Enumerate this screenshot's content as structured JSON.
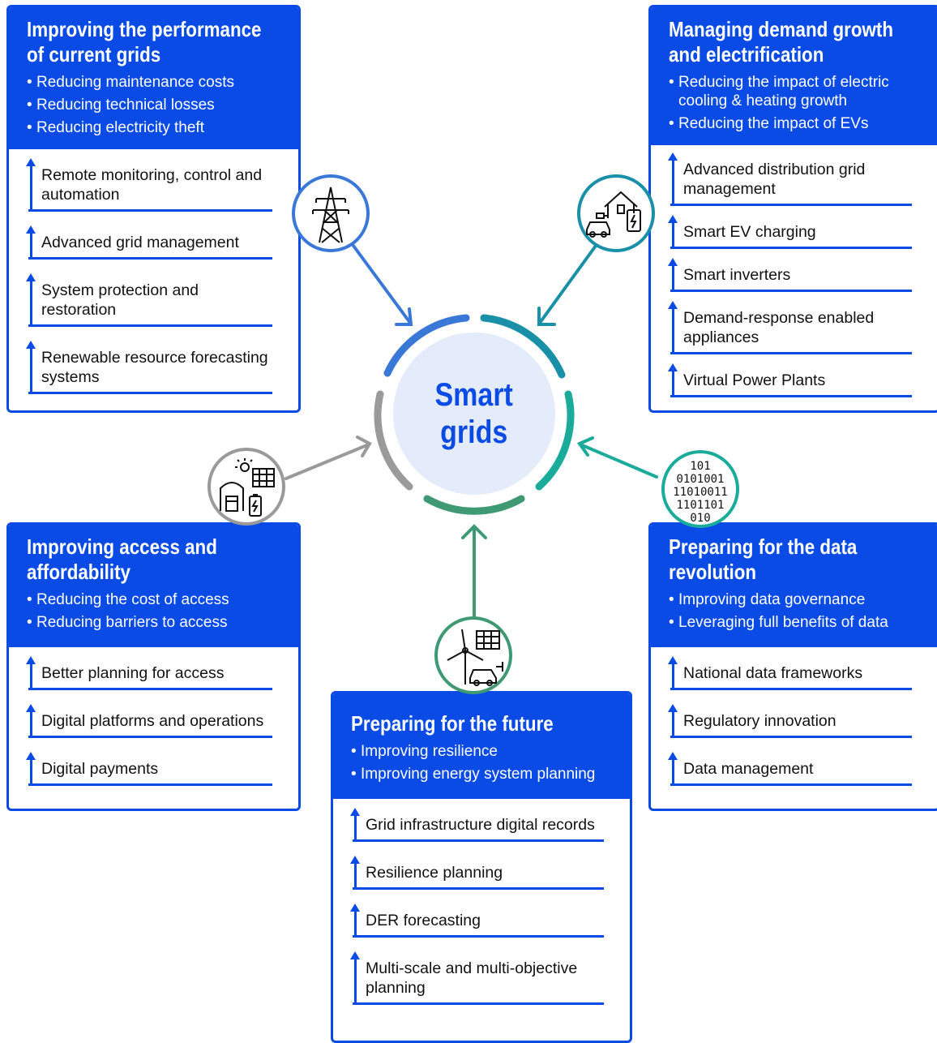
{
  "center": {
    "label": "Smart\ngrids"
  },
  "panels": {
    "performance": {
      "title": "Improving the performance of current grids",
      "bullets": [
        "Reducing maintenance costs",
        "Reducing technical losses",
        "Reducing electricity theft"
      ],
      "items": [
        "Remote monitoring, control and automation",
        "Advanced grid management",
        "System protection and restoration",
        "Renewable resource forecasting systems"
      ]
    },
    "demand": {
      "title": "Managing demand growth and electrification",
      "bullets": [
        "Reducing the impact of electric cooling & heating growth",
        "Reducing the impact of EVs"
      ],
      "items": [
        "Advanced distribution grid management",
        "Smart EV charging",
        "Smart inverters",
        "Demand-response enabled appliances",
        "Virtual Power Plants"
      ]
    },
    "access": {
      "title": "Improving access and affordability",
      "bullets": [
        "Reducing the cost of access",
        "Reducing barriers to access"
      ],
      "items": [
        "Better planning for access",
        "Digital platforms and operations",
        "Digital payments"
      ]
    },
    "future": {
      "title": "Preparing for the future",
      "bullets": [
        "Improving resilience",
        "Improving energy system planning"
      ],
      "items": [
        "Grid infrastructure digital records",
        "Resilience planning",
        "DER forecasting",
        "Multi-scale and multi-objective planning"
      ]
    },
    "data": {
      "title": "Preparing for the data revolution",
      "bullets": [
        "Improving data governance",
        "Leveraging full benefits of data"
      ],
      "items": [
        "National data frameworks",
        "Regulatory innovation",
        "Data management"
      ]
    }
  },
  "binary_icon": {
    "lines": [
      "101",
      "0101001",
      "11010011",
      "1101101",
      "010"
    ]
  },
  "colors": {
    "panel_blue": "#0a4be6",
    "arc_blue": "#3a78d8",
    "arc_teal": "#1a8fa8",
    "arc_teal_light": "#1aab9b",
    "arc_green": "#3f9a74",
    "arc_gray": "#9a9a9a",
    "center_fill": "#e4ecfb"
  },
  "icons": [
    "transmission-tower-icon",
    "house-ev-charger-icon",
    "house-solar-battery-icon",
    "binary-data-icon",
    "wind-solar-ev-icon"
  ]
}
